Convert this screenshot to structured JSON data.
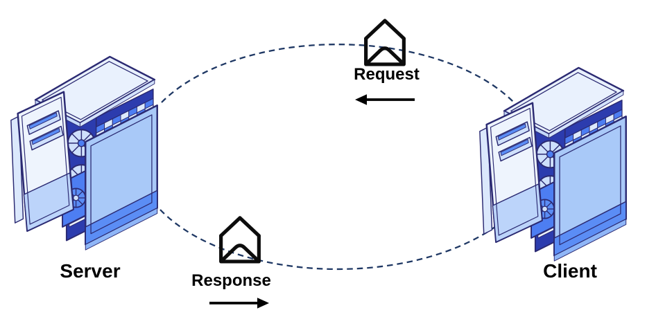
{
  "colors": {
    "background": "#ffffff",
    "dash_line": "#1f3864",
    "text": "#000000",
    "arrow": "#000000",
    "envelope_stroke": "#0d0d0d",
    "tower_outline": "#2b2a72",
    "tower_pale": "#e9f1fd",
    "tower_light_panel": "#dce9fc",
    "tower_light_blue": "#a9c9f8",
    "tower_medium_blue": "#4d7ef2",
    "tower_deep_blue": "#2c3cae"
  },
  "nodes": [
    {
      "id": "server",
      "label": "Server",
      "icon": "computer-tower-icon"
    },
    {
      "id": "client",
      "label": "Client",
      "icon": "computer-tower-icon"
    }
  ],
  "messages": [
    {
      "id": "request",
      "label": "Request",
      "direction": "left",
      "icon": "open-envelope-icon"
    },
    {
      "id": "response",
      "label": "Response",
      "direction": "right",
      "icon": "open-envelope-icon"
    }
  ],
  "loop": {
    "style": "dashed-ellipse",
    "from": "Client",
    "to": "Server"
  }
}
